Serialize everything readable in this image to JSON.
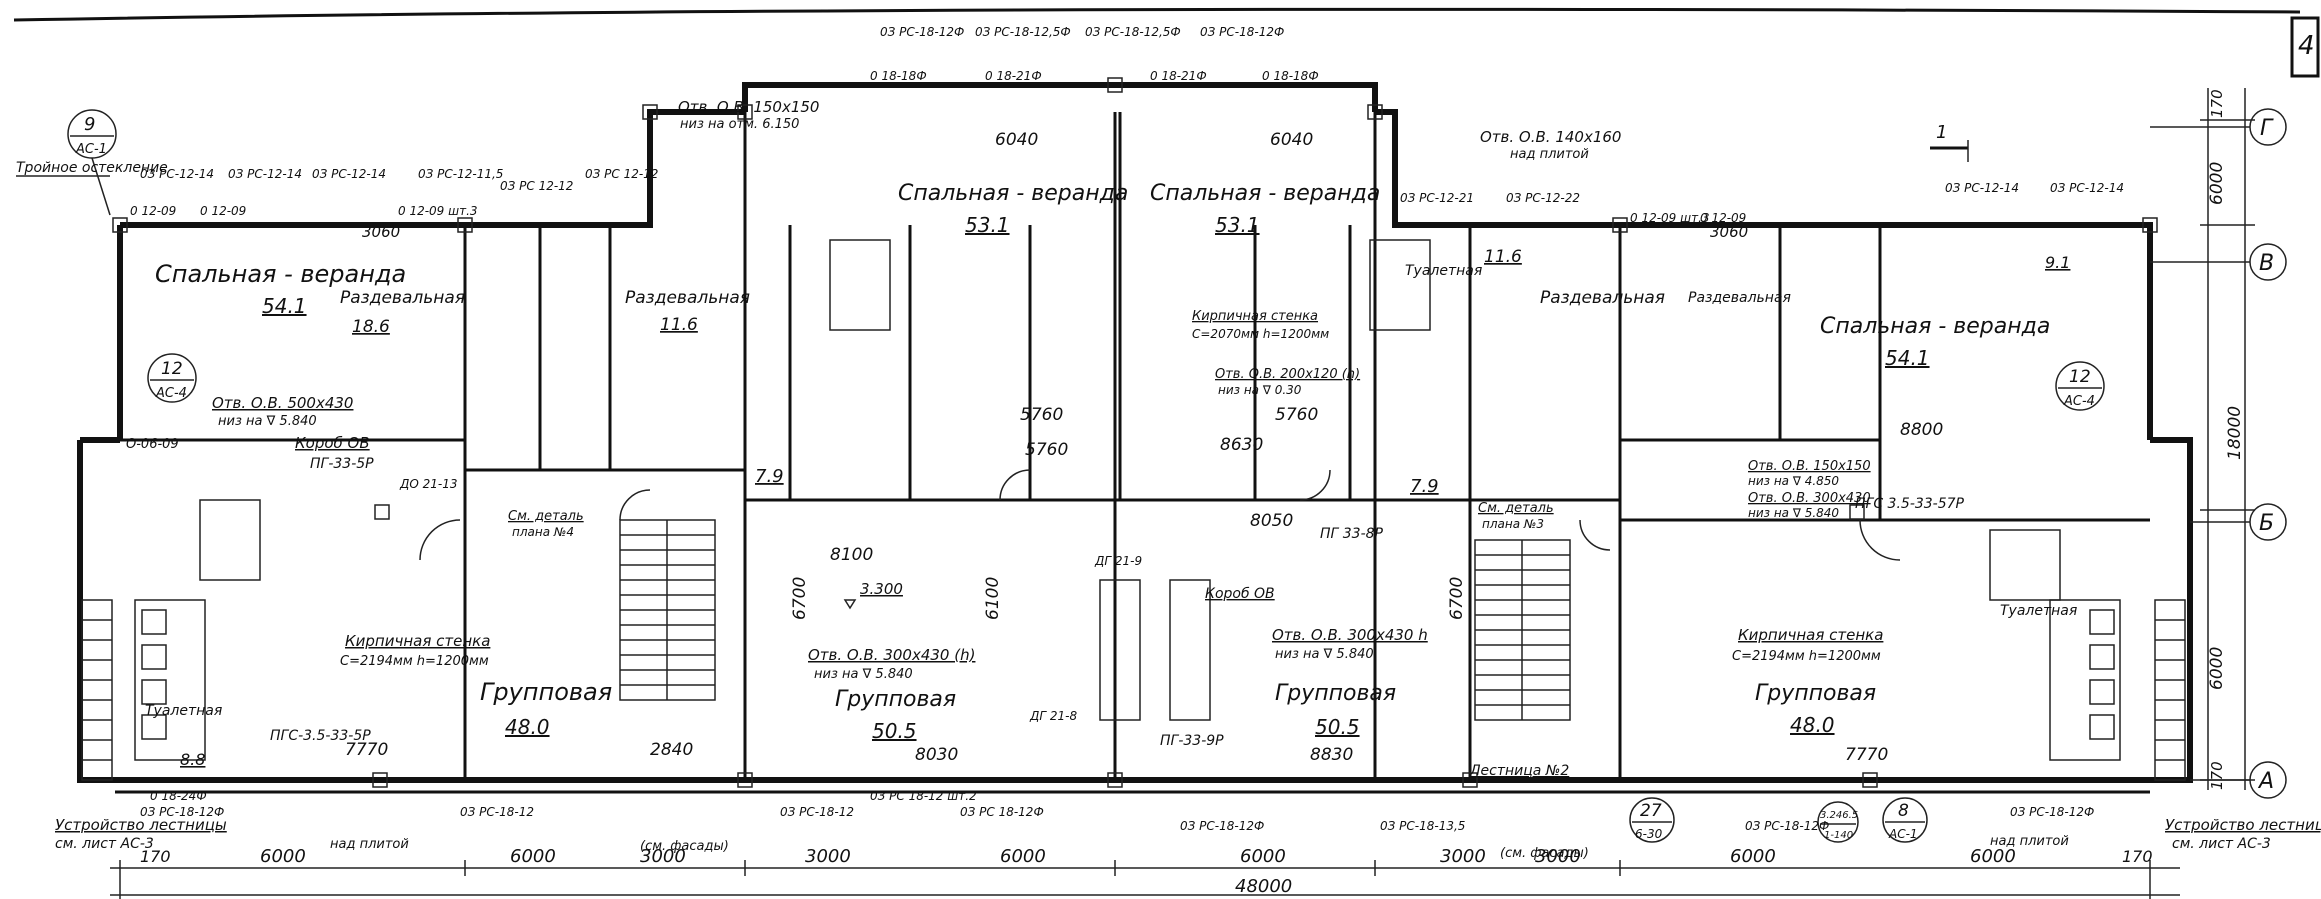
{
  "sheet": {
    "corner_number": "4"
  },
  "axes": {
    "g": "Г",
    "v": "В",
    "b": "Б",
    "a": "А"
  },
  "rooms": {
    "sv_left": {
      "name": "Спальная - веранда",
      "area": "54.1"
    },
    "sv_c1": {
      "name": "Спальная - веранда",
      "area": "53.1"
    },
    "sv_c2": {
      "name": "Спальная - веранда",
      "area": "53.1"
    },
    "sv_right": {
      "name": "Спальная - веранда",
      "area": "54.1"
    },
    "razd_1": {
      "name": "Раздевальная",
      "area": "18.6"
    },
    "razd_2": {
      "name": "Раздевальная",
      "area": "11.6"
    },
    "razd_3": {
      "name": "Раздевальная",
      "area": "11.6"
    },
    "razd_4": {
      "name": "Раздевальная",
      "area": ""
    },
    "gr_1": {
      "name": "Групповая",
      "area": "48.0"
    },
    "gr_2": {
      "name": "Групповая",
      "area": "50.5"
    },
    "gr_3": {
      "name": "Групповая",
      "area": "50.5"
    },
    "gr_4": {
      "name": "Групповая",
      "area": "48.0"
    },
    "tualet": "Туалетная",
    "area_small_1": "7.9",
    "area_small_2": "7.9",
    "area_small_3": "8.8",
    "area_small_4": "9.1"
  },
  "notes": {
    "triple_glazing": "Тройное остекление",
    "stair_left": "Устройство лестницы",
    "stair_left_ref": "см. лист АС-3",
    "stair_right": "Устройство лестницы",
    "stair_right_ref": "см. лист АС-3",
    "brick_left": "Кирпичная стенка",
    "brick_left_dim": "С=2194мм h=1200мм",
    "brick_right": "Кирпичная стенка",
    "brick_right_dim": "С=2194мм h=1200мм",
    "brick_center": "Кирпичная стенка",
    "brick_center_dim": "С=2070мм h=1200мм",
    "box_left": "Короб ОВ",
    "box_center": "Короб ОВ",
    "opening_1": "Отв. О.В. 150х150",
    "opening_1b": "низ на отм. 6.150",
    "opening_2": "Отв. О.В. 140х160",
    "opening_2b": "над плитой",
    "opening_3": "Отв. О.В. 300х430 (h)",
    "opening_3b": "низ на ∇ 5.840",
    "opening_4": "Отв. О.В. 300х430 h",
    "opening_4b": "низ на ∇ 5.840",
    "opening_5": "Отв. О.В. 500х430",
    "opening_5b": "низ на ∇ 5.840",
    "opening_6": "Отв. О.В. 200х120 (h)",
    "opening_6b": "низ на ∇ 0.30",
    "opening_7": "Отв. О.В. 150х150",
    "opening_7b": "низ на ∇ 4.850",
    "opening_8": "Отв. О.В. 300х430",
    "opening_8b": "низ на ∇ 5.840",
    "detail_left": "См. деталь",
    "detail_left_ref": "плана №4",
    "detail_right": "См. деталь",
    "detail_right_ref": "плана №3",
    "stair_label": "Лестница №2",
    "level": "3.300",
    "section_mark": "1"
  },
  "callouts": {
    "c9": {
      "num": "9",
      "sheet": "АС-1"
    },
    "c12l": {
      "num": "12",
      "sheet": "АС-4"
    },
    "c12r": {
      "num": "12",
      "sheet": "АС-4"
    },
    "c27": {
      "num": "27",
      "sheet": "6-30"
    },
    "c8": {
      "num": "8",
      "sheet": "АС-1"
    },
    "c_mid": {
      "num": "3.246.5",
      "sheet": "1-140"
    }
  },
  "dims_bottom": [
    "170",
    "6000",
    "6000",
    "3000",
    "3000",
    "6000",
    "6000",
    "3000",
    "3000",
    "6000",
    "6000",
    "170"
  ],
  "dims_total": "48000",
  "dims_right": [
    "170",
    "6000",
    "6000",
    "170"
  ],
  "dims_right_total": "18000",
  "dims_inner": {
    "r1": "7770",
    "r2": "2840",
    "r3": "8030",
    "r4": "8830",
    "r5": "7770",
    "t1": "6040",
    "t2": "6040",
    "t3": "8800",
    "t4": "8630",
    "t5": "8050",
    "t6": "5760",
    "t7": "5760",
    "t8": "6100",
    "t9": "6700",
    "t10": "6700",
    "t11": "3060",
    "t12": "3060",
    "t13": "8100",
    "t14": "5760"
  },
  "panel_marks": {
    "top": [
      "0З РС-12-14",
      "0З РС-12-14",
      "0З РС-12-14",
      "0З РС-12-11,5",
      "0З РС 12-12",
      "0З РС 12-12",
      "0З РС-18-12Ф",
      "0З РС-18-12,5Ф",
      "0З РС-18-12,5Ф",
      "0З РС-18-12Ф",
      "0З РС-12-21",
      "0З РС-12-22",
      "0З РС-12-14",
      "0З РС-12-14"
    ],
    "top2": [
      "0 12-09",
      "0 12-09",
      "0 12-09 шт.3",
      "0 18-18Ф",
      "0 18-21Ф",
      "0 18-21Ф",
      "0 18-18Ф",
      "0 12-09 шт.3",
      "0 12-09"
    ],
    "bottom": [
      "0 18-24Ф",
      "0З РС-18-12Ф",
      "0З РС-18-12",
      "0З РС-18-12",
      "0З РС 18-12 шт.2",
      "0З РС 18-12Ф",
      "0З РС-18-12Ф",
      "0З РС-18-13,5",
      "0З РС-18-12Ф",
      "0З РС-18-12Ф"
    ],
    "bottom_note": "над плитой",
    "facade": "(см. фасады)"
  },
  "small_marks": [
    "ПГС 3.5-33-57Р",
    "ПГ-33-5Р",
    "ПГ 33-8Р",
    "ПГ-33-9Р",
    "ПГС-3.5-33-5Р",
    "ДГ 21-9",
    "ДО 21-13",
    "ДГ 21-8",
    "О-06-09"
  ]
}
